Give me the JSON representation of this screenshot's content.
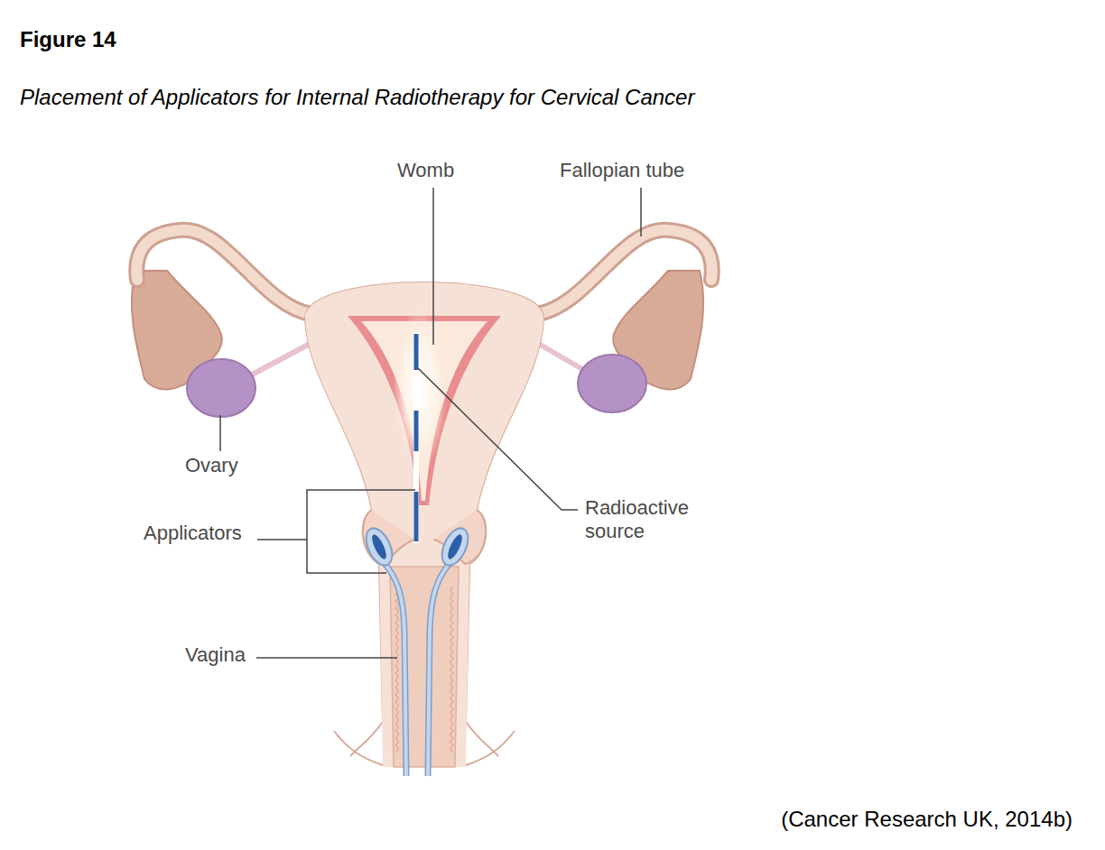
{
  "diagram": {
    "title": "Figure 14",
    "caption": "Placement of Applicators for Internal Radiotherapy for Cervical Cancer",
    "labels": [
      "Womb",
      "Fallopian tube",
      "Ovary",
      "Applicators",
      "Vagina",
      "Radioactive source",
      "(Cancer Research UK, 2014b)"
    ]
  }
}
